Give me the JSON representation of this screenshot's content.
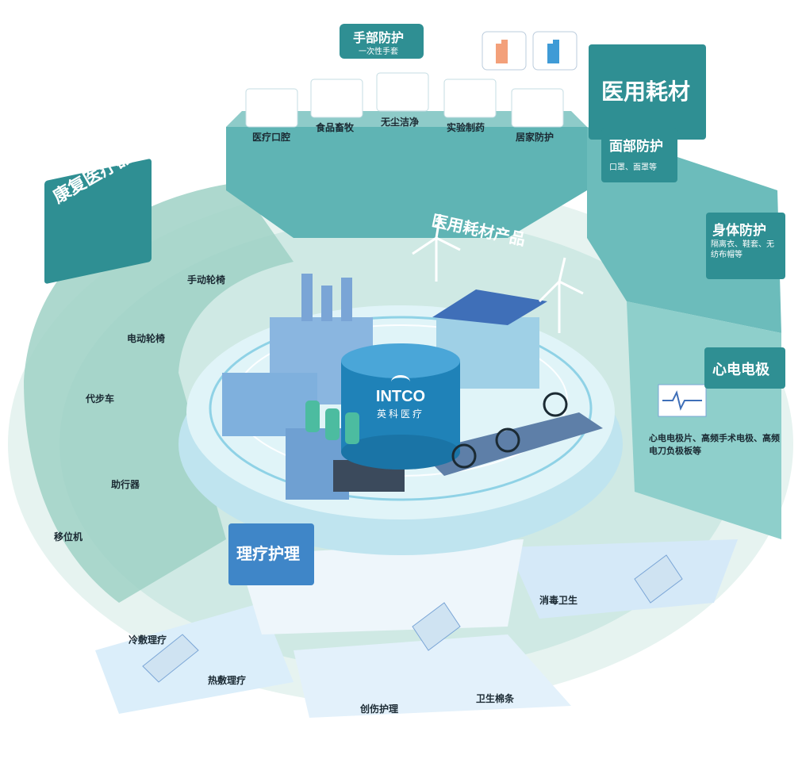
{
  "brand": {
    "logo_en": "INTCO",
    "logo_cn": "英科医疗"
  },
  "sections": {
    "consumables": {
      "title": "医用耗材",
      "ring_label": "医用耗材产品",
      "gloves": {
        "title": "手部防护",
        "subtitle": "一次性手套",
        "uses": [
          "医疗口腔",
          "食品畜牧",
          "无尘洁净",
          "实验制药",
          "居家防护"
        ]
      },
      "face": {
        "title": "面部防护",
        "subtitle": "口罩、面罩等"
      },
      "body": {
        "title": "身体防护",
        "subtitle": "隔离衣、鞋套、无纺布帽等"
      },
      "ecg": {
        "title": "心电电极",
        "subtitle": "心电电极片、高频手术电极、高频电刀负极板等"
      }
    },
    "rehab": {
      "title": "康复医疗器械",
      "items": {
        "manual_wheelchair": "手动轮椅",
        "electric_wheelchair": "电动轮椅",
        "scooter": "代步车",
        "walker": "助行器",
        "transfer": "移位机"
      }
    },
    "therapy": {
      "title": "理疗护理",
      "items": {
        "cold": "冷敷理疗",
        "hot": "热敷理疗",
        "wound": "创伤护理",
        "pad": "卫生棉条",
        "disinfect": "消毒卫生"
      }
    }
  },
  "colors": {
    "teal_dark": "#2f8f93",
    "teal": "#5fb4b4",
    "teal_light": "#cfe9e4",
    "blue_light": "#dbeefa",
    "blue": "#5aa4dc",
    "ink": "#1b2a33"
  }
}
